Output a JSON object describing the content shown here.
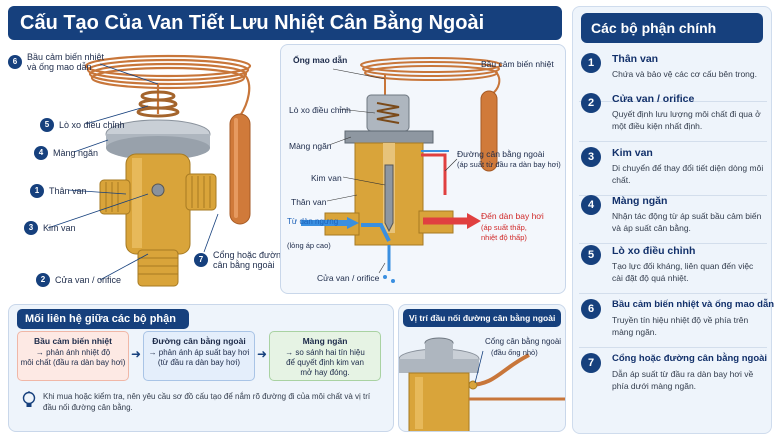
{
  "title": "Cấu Tạo Của Van Tiết Lưu Nhiệt Cân Bằng Ngoài",
  "left_callouts": [
    {
      "num": "6",
      "text": "Bầu cảm biến nhiệt\nvà ống mao dẫn"
    },
    {
      "num": "5",
      "text": "Lò xo điều chỉnh"
    },
    {
      "num": "4",
      "text": "Màng ngăn"
    },
    {
      "num": "1",
      "text": "Thân van"
    },
    {
      "num": "3",
      "text": "Kim van"
    },
    {
      "num": "2",
      "text": "Cửa van / orifice"
    },
    {
      "num": "7",
      "text": "Cổng hoặc đường\ncân bằng ngoài"
    }
  ],
  "diagram_labels": {
    "ong_mao_dan": "Ống mao dẫn",
    "bau_cam_bien": "Bầu cảm biến nhiệt",
    "lo_xo": "Lò xo điều chỉnh",
    "mang_ngan": "Màng ngăn",
    "duong_can_bang": "Đường cân bằng ngoài",
    "duong_can_bang_sub": "(áp suất từ đầu ra dàn bay hơi)",
    "kim_van": "Kim van",
    "than_van": "Thân van",
    "tu_dan_ngung": "Từ dàn ngưng",
    "tu_dan_ngung_sub": "(lỏng áp cao)",
    "den_dan_bay_hoi": "Đến dàn bay hơi",
    "den_dan_bay_hoi_sub": "(áp suất thấp,\nnhiệt độ thấp)",
    "cua_van": "Cửa van / orifice"
  },
  "parts_panel": {
    "header": "Các bộ phận chính",
    "items": [
      {
        "num": "1",
        "title": "Thân van",
        "desc": "Chứa và bảo vệ các cơ cấu bên trong."
      },
      {
        "num": "2",
        "title": "Cửa van / orifice",
        "desc": "Quyết định lưu lượng môi chất đi qua ở một điều kiện nhất định."
      },
      {
        "num": "3",
        "title": "Kim van",
        "desc": "Di chuyển để thay đổi tiết diện dòng môi chất."
      },
      {
        "num": "4",
        "title": "Màng ngăn",
        "desc": "Nhận tác động từ áp suất bầu cảm biến và áp suất cân bằng."
      },
      {
        "num": "5",
        "title": "Lò xo điều chỉnh",
        "desc": "Tạo lực đối kháng, liên quan đến việc cài đặt độ quá nhiệt."
      },
      {
        "num": "6",
        "title": "Bầu cảm biến nhiệt và ống mao dẫn",
        "desc": "Truyền tín hiệu nhiệt độ về phía trên màng ngăn."
      },
      {
        "num": "7",
        "title": "Cổng hoặc đường cân bằng ngoài",
        "desc": "Dẫn áp suất từ đầu ra dàn bay hơi về phía dưới màng ngăn."
      }
    ]
  },
  "relations": {
    "header": "Mối liên hệ giữa các bộ phận",
    "boxes": [
      {
        "title": "Bầu cảm biến nhiệt",
        "body": "→ phản ánh nhiệt độ\nmôi chất (đầu ra dàn bay hơi)"
      },
      {
        "title": "Đường cân bằng ngoài",
        "body": "→ phản ánh áp suất bay hơi\n(từ đầu ra dàn bay hơi)"
      },
      {
        "title": "Màng ngăn",
        "body": "→ so sánh hai tín hiệu\nđể quyết định kim van\nmở hay đóng."
      }
    ],
    "tip": "Khi mua hoặc kiểm tra, nên yêu cầu sơ đồ cấu tạo để nắm rõ đường đi của môi chất và vị trí đầu nối đường cân bằng."
  },
  "position": {
    "header": "Vị trí đầu nối đường cân bằng ngoài",
    "label": "Cổng cân bằng ngoài",
    "sub": "(đầu ống nhỏ)"
  },
  "colors": {
    "navy": "#16407d",
    "copper": "#c8763a",
    "brass": "#d9a43a",
    "hot": "#e04040",
    "cold": "#3a8fe0"
  }
}
